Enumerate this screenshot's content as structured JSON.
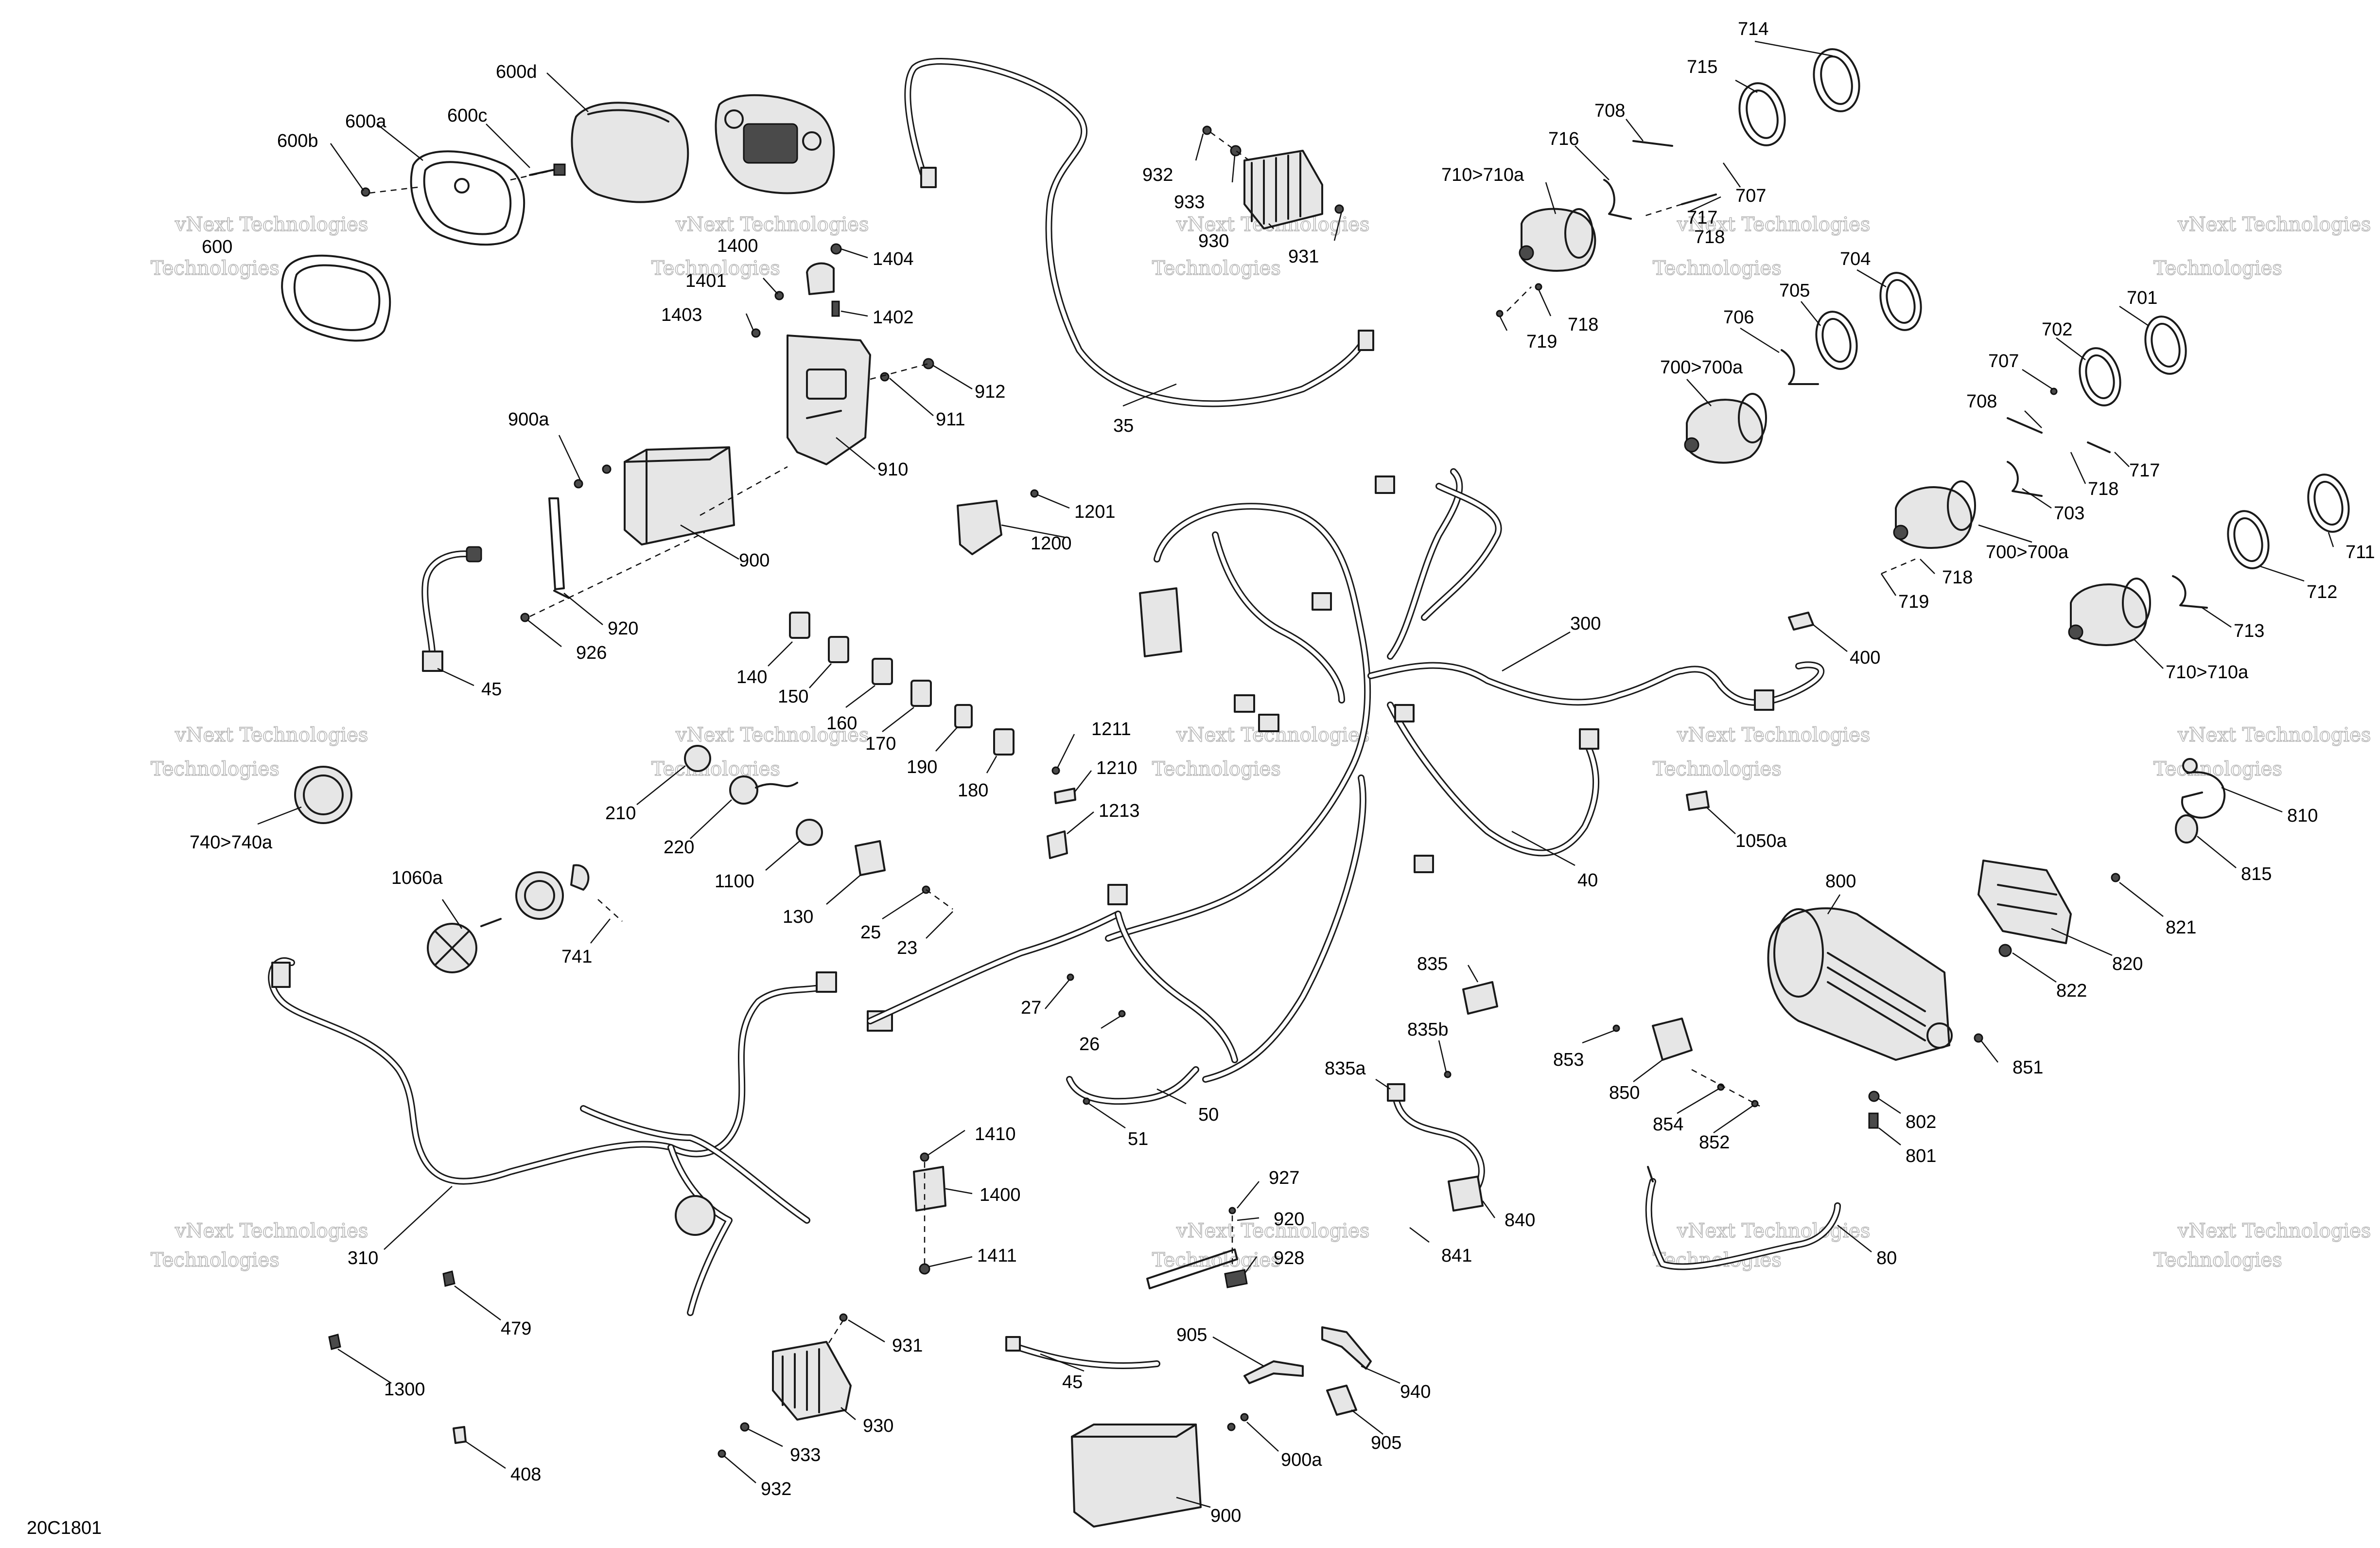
{
  "diagram_code": "20C1801",
  "watermark": {
    "line1": "vNext Technologies",
    "line2": "Technologies"
  },
  "labels": {
    "l600d": "600d",
    "l600a": "600a",
    "l600c": "600c",
    "l600b": "600b",
    "l600": "600",
    "l1400": "1400",
    "l1404": "1404",
    "l1401": "1401",
    "l1403": "1403",
    "l1402": "1402",
    "l912": "912",
    "l911": "911",
    "l910": "910",
    "l900a": "900a",
    "l900": "900",
    "l920": "920",
    "l926": "926",
    "l45": "45",
    "l932": "932",
    "l933": "933",
    "l930": "930",
    "l931": "931",
    "l35": "35",
    "l714": "714",
    "l715": "715",
    "l708": "708",
    "l716": "716",
    "l710a": "710>710a",
    "l707": "707",
    "l717": "717",
    "l718": "718",
    "l719": "719",
    "l704": "704",
    "l705": "705",
    "l706": "706",
    "l700a": "700>700a",
    "l701": "701",
    "l702": "702",
    "l707b": "707",
    "l708b": "708",
    "l717b": "717",
    "l718b": "718",
    "l703": "703",
    "l700b": "700>700a",
    "l718c": "718",
    "l719b": "719",
    "l711": "711",
    "l712": "712",
    "l713": "713",
    "l710b": "710>710a",
    "l1201": "1201",
    "l1200": "1200",
    "l300": "300",
    "l400": "400",
    "l140": "140",
    "l150": "150",
    "l160": "160",
    "l170": "170",
    "l190": "190",
    "l180": "180",
    "l1211": "1211",
    "l1210": "1210",
    "l1213": "1213",
    "l210": "210",
    "l220": "220",
    "l1100": "1100",
    "l130": "130",
    "l25": "25",
    "l23": "23",
    "l740": "740>740a",
    "l1060a": "1060a",
    "l741": "741",
    "l40": "40",
    "l1050a": "1050a",
    "l810": "810",
    "l815": "815",
    "l800": "800",
    "l821": "821",
    "l820": "820",
    "l822": "822",
    "l835": "835",
    "l835b": "835b",
    "l835a": "835a",
    "l853": "853",
    "l850": "850",
    "l854": "854",
    "l852": "852",
    "l851": "851",
    "l802": "802",
    "l801": "801",
    "l27": "27",
    "l26": "26",
    "l50": "50",
    "l51": "51",
    "l1410": "1410",
    "l1400b": "1400",
    "l1411": "1411",
    "l927": "927",
    "l920b": "920",
    "l928": "928",
    "l840": "840",
    "l841": "841",
    "l80": "80",
    "l310": "310",
    "l479": "479",
    "l1300": "1300",
    "l408": "408",
    "l931b": "931",
    "l930b": "930",
    "l933b": "933",
    "l932b": "932",
    "l45b": "45",
    "l905": "905",
    "l940": "940",
    "l905b": "905",
    "l900ab": "900a",
    "l900b": "900"
  }
}
